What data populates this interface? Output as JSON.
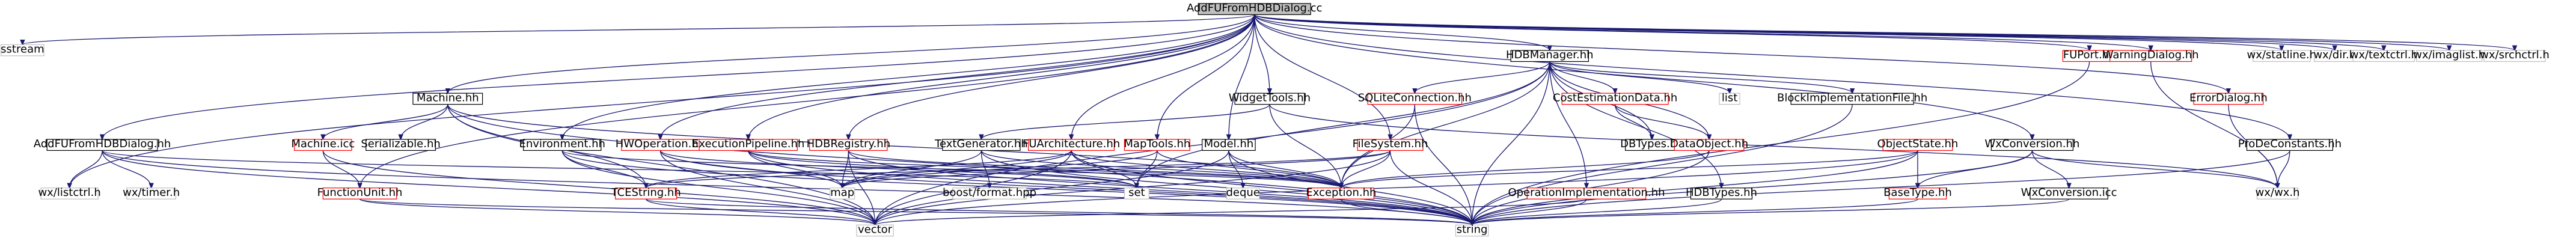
{
  "diagram": {
    "nodes": [
      {
        "id": "root",
        "label": "AddFUFromHDBDialog.cc",
        "style": "root"
      },
      {
        "id": "sstream",
        "label": "sstream",
        "style": "grey"
      },
      {
        "id": "machine_hh",
        "label": "Machine.hh",
        "style": "normal"
      },
      {
        "id": "environment_hh",
        "label": "Environment.hh",
        "style": "normal"
      },
      {
        "id": "hwop_hh",
        "label": "HWOperation.hh",
        "style": "red"
      },
      {
        "id": "execpipe_hh",
        "label": "ExecutionPipeline.hh",
        "style": "red"
      },
      {
        "id": "hdbreg_hh",
        "label": "HDBRegistry.hh",
        "style": "red"
      },
      {
        "id": "fuarch_hh",
        "label": "FUArchitecture.hh",
        "style": "red"
      },
      {
        "id": "maptools_hh",
        "label": "MapTools.hh",
        "style": "red"
      },
      {
        "id": "model_hh",
        "label": "Model.hh",
        "style": "normal"
      },
      {
        "id": "widgettools_hh",
        "label": "WidgetTools.hh",
        "style": "normal"
      },
      {
        "id": "hdbmanager_hh",
        "label": "HDBManager.hh",
        "style": "normal"
      },
      {
        "id": "sqlite_hh",
        "label": "SQLiteConnection.hh",
        "style": "red"
      },
      {
        "id": "costest_hh",
        "label": "CostEstimationData.hh",
        "style": "red"
      },
      {
        "id": "list",
        "label": "list",
        "style": "grey"
      },
      {
        "id": "blockimpl_hh",
        "label": "BlockImplementationFile.hh",
        "style": "normal"
      },
      {
        "id": "wxconv_hh",
        "label": "WxConversion.hh",
        "style": "normal"
      },
      {
        "id": "fuport_hh",
        "label": "FUPort.hh",
        "style": "red"
      },
      {
        "id": "warningdlg_hh",
        "label": "WarningDialog.hh",
        "style": "red"
      },
      {
        "id": "errordlg_hh",
        "label": "ErrorDialog.hh",
        "style": "red"
      },
      {
        "id": "prodeconst_hh",
        "label": "ProDeConstants.hh",
        "style": "normal"
      },
      {
        "id": "wxstatline",
        "label": "wx/statline.h",
        "style": "grey"
      },
      {
        "id": "wxdir",
        "label": "wx/dir.h",
        "style": "grey"
      },
      {
        "id": "wxtextctrl",
        "label": "wx/textctrl.h",
        "style": "grey"
      },
      {
        "id": "wximaglist",
        "label": "wx/imaglist.h",
        "style": "grey"
      },
      {
        "id": "wxsrchctrl",
        "label": "wx/srchctrl.h",
        "style": "grey"
      },
      {
        "id": "addfudlg_hh",
        "label": "AddFUFromHDBDialog.hh",
        "style": "normal"
      },
      {
        "id": "wxlistctrl",
        "label": "wx/listctrl.h",
        "style": "grey"
      },
      {
        "id": "wxtimer",
        "label": "wx/timer.h",
        "style": "grey"
      },
      {
        "id": "machine_icc",
        "label": "Machine.icc",
        "style": "red"
      },
      {
        "id": "serializable_hh",
        "label": "Serializable.hh",
        "style": "normal"
      },
      {
        "id": "functionunit_hh",
        "label": "FunctionUnit.hh",
        "style": "red"
      },
      {
        "id": "tcestring_hh",
        "label": "TCEString.hh",
        "style": "red"
      },
      {
        "id": "map",
        "label": "map",
        "style": "grey"
      },
      {
        "id": "set",
        "label": "set",
        "style": "grey"
      },
      {
        "id": "textgen_hh",
        "label": "TextGenerator.hh",
        "style": "normal"
      },
      {
        "id": "boostformat",
        "label": "boost/format.hpp",
        "style": "grey"
      },
      {
        "id": "deque",
        "label": "deque",
        "style": "grey"
      },
      {
        "id": "exception_hh",
        "label": "Exception.hh",
        "style": "red"
      },
      {
        "id": "filesystem_hh",
        "label": "FileSystem.hh",
        "style": "red"
      },
      {
        "id": "dbtypes_hh",
        "label": "DBTypes.hh",
        "style": "normal"
      },
      {
        "id": "dataobject_hh",
        "label": "DataObject.hh",
        "style": "red"
      },
      {
        "id": "opimpl_hh",
        "label": "OperationImplementation.hh",
        "style": "red"
      },
      {
        "id": "hdbtypes_hh",
        "label": "HDBTypes.hh",
        "style": "normal"
      },
      {
        "id": "objectstate_hh",
        "label": "ObjectState.hh",
        "style": "red"
      },
      {
        "id": "basetype_hh",
        "label": "BaseType.hh",
        "style": "red"
      },
      {
        "id": "wxconv_icc",
        "label": "WxConversion.icc",
        "style": "normal"
      },
      {
        "id": "wxwx",
        "label": "wx/wx.h",
        "style": "grey"
      },
      {
        "id": "vector",
        "label": "vector",
        "style": "grey"
      },
      {
        "id": "string",
        "label": "string",
        "style": "grey"
      }
    ],
    "edges": [
      [
        "root",
        "sstream"
      ],
      [
        "root",
        "machine_hh"
      ],
      [
        "root",
        "environment_hh"
      ],
      [
        "root",
        "hwop_hh"
      ],
      [
        "root",
        "execpipe_hh"
      ],
      [
        "root",
        "hdbreg_hh"
      ],
      [
        "root",
        "fuarch_hh"
      ],
      [
        "root",
        "maptools_hh"
      ],
      [
        "root",
        "model_hh"
      ],
      [
        "root",
        "widgettools_hh"
      ],
      [
        "root",
        "hdbmanager_hh"
      ],
      [
        "root",
        "filesystem_hh"
      ],
      [
        "root",
        "wxconv_hh"
      ],
      [
        "root",
        "fuport_hh"
      ],
      [
        "root",
        "warningdlg_hh"
      ],
      [
        "root",
        "errordlg_hh"
      ],
      [
        "root",
        "prodeconst_hh"
      ],
      [
        "root",
        "wxstatline"
      ],
      [
        "root",
        "wxdir"
      ],
      [
        "root",
        "wxtextctrl"
      ],
      [
        "root",
        "wximaglist"
      ],
      [
        "root",
        "wxsrchctrl"
      ],
      [
        "root",
        "addfudlg_hh"
      ],
      [
        "root",
        "functionunit_hh"
      ],
      [
        "root",
        "wxlistctrl"
      ],
      [
        "addfudlg_hh",
        "wxlistctrl"
      ],
      [
        "addfudlg_hh",
        "wxtimer"
      ],
      [
        "addfudlg_hh",
        "set"
      ],
      [
        "addfudlg_hh",
        "vector"
      ],
      [
        "addfudlg_hh",
        "string"
      ],
      [
        "machine_hh",
        "machine_icc"
      ],
      [
        "machine_hh",
        "serializable_hh"
      ],
      [
        "machine_hh",
        "tcestring_hh"
      ],
      [
        "machine_hh",
        "exception_hh"
      ],
      [
        "machine_hh",
        "vector"
      ],
      [
        "machine_hh",
        "string"
      ],
      [
        "machine_icc",
        "functionunit_hh"
      ],
      [
        "machine_icc",
        "vector"
      ],
      [
        "functionunit_hh",
        "vector"
      ],
      [
        "functionunit_hh",
        "string"
      ],
      [
        "environment_hh",
        "tcestring_hh"
      ],
      [
        "environment_hh",
        "vector"
      ],
      [
        "environment_hh",
        "string"
      ],
      [
        "environment_hh",
        "exception_hh"
      ],
      [
        "hwop_hh",
        "map"
      ],
      [
        "hwop_hh",
        "set"
      ],
      [
        "hwop_hh",
        "vector"
      ],
      [
        "hwop_hh",
        "string"
      ],
      [
        "execpipe_hh",
        "map"
      ],
      [
        "execpipe_hh",
        "set"
      ],
      [
        "execpipe_hh",
        "exception_hh"
      ],
      [
        "execpipe_hh",
        "string"
      ],
      [
        "hdbreg_hh",
        "map"
      ],
      [
        "hdbreg_hh",
        "vector"
      ],
      [
        "hdbreg_hh",
        "string"
      ],
      [
        "hdbreg_hh",
        "exception_hh"
      ],
      [
        "fuarch_hh",
        "map"
      ],
      [
        "fuarch_hh",
        "set"
      ],
      [
        "fuarch_hh",
        "exception_hh"
      ],
      [
        "fuarch_hh",
        "vector"
      ],
      [
        "fuarch_hh",
        "string"
      ],
      [
        "fuarch_hh",
        "tcestring_hh"
      ],
      [
        "textgen_hh",
        "map"
      ],
      [
        "textgen_hh",
        "boostformat"
      ],
      [
        "textgen_hh",
        "exception_hh"
      ],
      [
        "textgen_hh",
        "string"
      ],
      [
        "maptools_hh",
        "exception_hh"
      ],
      [
        "maptools_hh",
        "set"
      ],
      [
        "maptools_hh",
        "map"
      ],
      [
        "model_hh",
        "deque"
      ],
      [
        "model_hh",
        "exception_hh"
      ],
      [
        "model_hh",
        "vector"
      ],
      [
        "model_hh",
        "string"
      ],
      [
        "widgettools_hh",
        "textgen_hh"
      ],
      [
        "widgettools_hh",
        "exception_hh"
      ],
      [
        "widgettools_hh",
        "wxwx"
      ],
      [
        "hdbmanager_hh",
        "sqlite_hh"
      ],
      [
        "hdbmanager_hh",
        "costest_hh"
      ],
      [
        "hdbmanager_hh",
        "list"
      ],
      [
        "hdbmanager_hh",
        "blockimpl_hh"
      ],
      [
        "hdbmanager_hh",
        "dataobject_hh"
      ],
      [
        "hdbmanager_hh",
        "dbtypes_hh"
      ],
      [
        "hdbmanager_hh",
        "hdbtypes_hh"
      ],
      [
        "hdbmanager_hh",
        "opimpl_hh"
      ],
      [
        "hdbmanager_hh",
        "exception_hh"
      ],
      [
        "hdbmanager_hh",
        "set"
      ],
      [
        "hdbmanager_hh",
        "string"
      ],
      [
        "hdbmanager_hh",
        "vector"
      ],
      [
        "sqlite_hh",
        "exception_hh"
      ],
      [
        "sqlite_hh",
        "string"
      ],
      [
        "filesystem_hh",
        "exception_hh"
      ],
      [
        "filesystem_hh",
        "tcestring_hh"
      ],
      [
        "filesystem_hh",
        "string"
      ],
      [
        "filesystem_hh",
        "vector"
      ],
      [
        "filesystem_hh",
        "map"
      ],
      [
        "costest_hh",
        "dbtypes_hh"
      ],
      [
        "costest_hh",
        "dataobject_hh"
      ],
      [
        "dataobject_hh",
        "exception_hh"
      ],
      [
        "dataobject_hh",
        "string"
      ],
      [
        "blockimpl_hh",
        "string"
      ],
      [
        "opimpl_hh",
        "string"
      ],
      [
        "opimpl_hh",
        "vector"
      ],
      [
        "hdbtypes_hh",
        "string"
      ],
      [
        "objectstate_hh",
        "basetype_hh"
      ],
      [
        "objectstate_hh",
        "exception_hh"
      ],
      [
        "objectstate_hh",
        "string"
      ],
      [
        "objectstate_hh",
        "vector"
      ],
      [
        "wxconv_hh",
        "wxconv_icc"
      ],
      [
        "wxconv_hh",
        "wxwx"
      ],
      [
        "wxconv_hh",
        "basetype_hh"
      ],
      [
        "wxconv_hh",
        "string"
      ],
      [
        "wxconv_icc",
        "string"
      ],
      [
        "fuport_hh",
        "string"
      ],
      [
        "warningdlg_hh",
        "wxwx"
      ],
      [
        "errordlg_hh",
        "wxwx"
      ],
      [
        "prodeconst_hh",
        "wxwx"
      ],
      [
        "prodeconst_hh",
        "string"
      ],
      [
        "tcestring_hh",
        "string"
      ],
      [
        "tcestring_hh",
        "vector"
      ],
      [
        "exception_hh",
        "string"
      ],
      [
        "basetype_hh",
        "string"
      ]
    ],
    "colors": {
      "edge": "#191970",
      "normal_border": "#000000",
      "red_border": "#ff0000",
      "grey_border": "#bfbfbf",
      "root_fill": "#bfbfbf"
    }
  }
}
